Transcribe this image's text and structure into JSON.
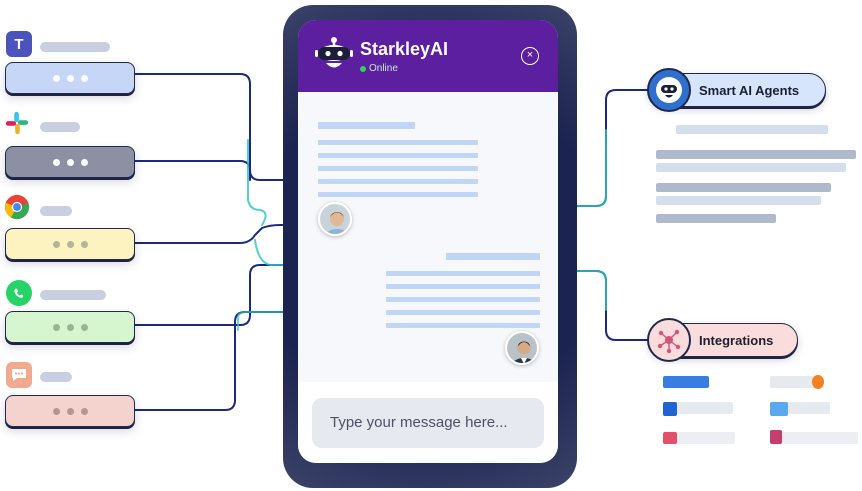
{
  "chat": {
    "brand": "StarkleyAI",
    "status": "Online",
    "close_symbol": "×",
    "composer_placeholder": "Type your message here..."
  },
  "features": {
    "agents_label": "Smart AI Agents",
    "integrations_label": "Integrations"
  },
  "channels": [
    {
      "icon": "teams-icon",
      "bubble": "#c6d6f7",
      "dots": "#ffffff"
    },
    {
      "icon": "slack-icon",
      "bubble": "#8d90a3",
      "dots": "#ffffff"
    },
    {
      "icon": "chrome-icon",
      "bubble": "#fdf3c0",
      "dots": "#b8b29a"
    },
    {
      "icon": "whatsapp-icon",
      "bubble": "#d6f6cf",
      "dots": "#9ab58f"
    },
    {
      "icon": "chat-icon",
      "bubble": "#f4d3cf",
      "dots": "#b4958f"
    }
  ],
  "colors": {
    "header": "#5b1fa0",
    "wire": "#1a2a80",
    "wire_glow": "#2cc3c9",
    "message_lines": "#bfd6f6"
  }
}
